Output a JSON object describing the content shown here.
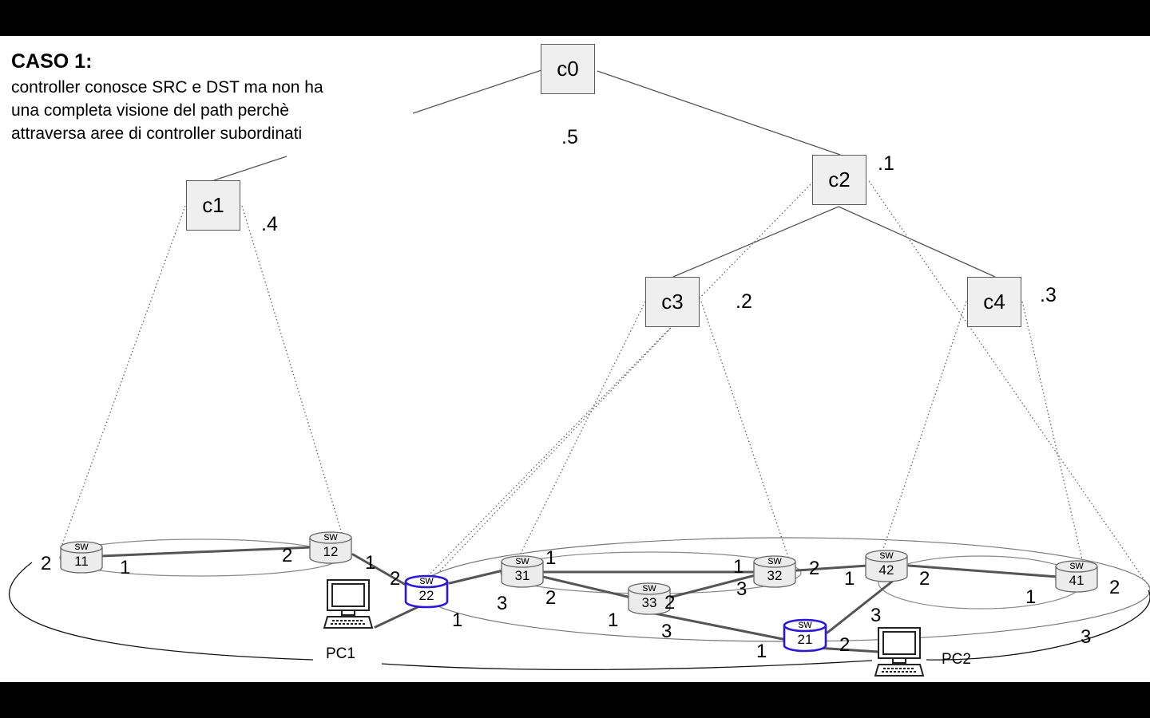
{
  "title": "CASO 1:",
  "description_lines": [
    "controller conosce SRC e DST ma non ha",
    "una  completa visione del path perchè",
    "attraversa aree di controller subordinati"
  ],
  "controllers": {
    "c0": {
      "label": "c0",
      "weight": ".5"
    },
    "c1": {
      "label": "c1",
      "weight": ".4"
    },
    "c2": {
      "label": "c2",
      "weight": ".1"
    },
    "c3": {
      "label": "c3",
      "weight": ".2"
    },
    "c4": {
      "label": "c4",
      "weight": ".3"
    }
  },
  "switches": {
    "s11": {
      "line1": "sw",
      "line2": "11"
    },
    "s12": {
      "line1": "sw",
      "line2": "12"
    },
    "s22": {
      "line1": "sw",
      "line2": "22"
    },
    "s31": {
      "line1": "sw",
      "line2": "31"
    },
    "s33": {
      "line1": "sw",
      "line2": "33"
    },
    "s32": {
      "line1": "sw",
      "line2": "32"
    },
    "s42": {
      "line1": "sw",
      "line2": "42"
    },
    "s41": {
      "line1": "sw",
      "line2": "41"
    },
    "s21": {
      "line1": "sw",
      "line2": "21"
    }
  },
  "hosts": {
    "pc1": "PC1",
    "pc2": "PC2"
  },
  "ports": {
    "p11_2": "2",
    "p11_1": "1",
    "p12_2": "2",
    "p12_1": "1",
    "p22_2": "2",
    "p22_3": "3",
    "p22_1": "1",
    "p31_1": "1",
    "p31_2": "2",
    "p33_2": "2",
    "p33_1": "1",
    "p33_3": "3",
    "p32_1": "1",
    "p32_3": "3",
    "p32_2": "2",
    "p42_1": "1",
    "p42_2": "2",
    "p42_3": "3",
    "p41_1": "1",
    "p41_2": "2",
    "p41_3": "3",
    "p21_1": "1",
    "p21_2": "2"
  },
  "colors": {
    "highlight_switch": "#2b18d6",
    "controller_fill": "#efefef",
    "switch_fill": "#ececec"
  }
}
